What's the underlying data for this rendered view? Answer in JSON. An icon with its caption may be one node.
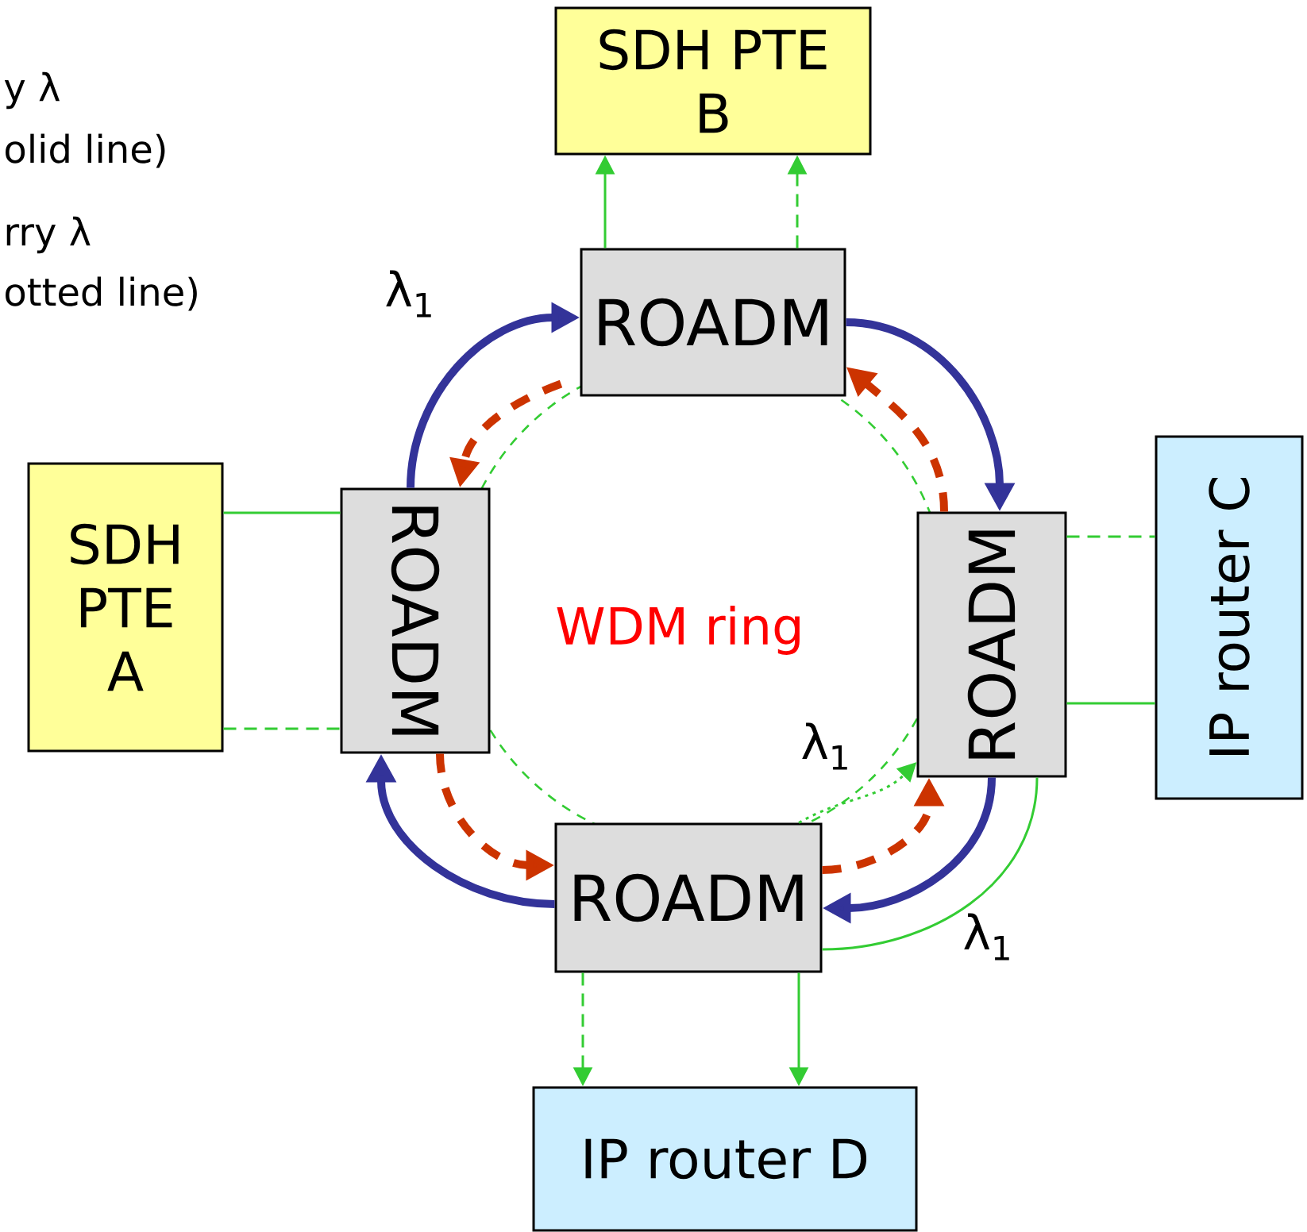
{
  "diagram": {
    "nodes": [
      {
        "text": [
          "SDH PTE B"
        ]
      },
      {
        "text": [
          "ROADM"
        ]
      },
      {
        "text": [
          "SDH PTE A"
        ]
      },
      {
        "text": [
          "ROADM"
        ]
      },
      {
        "text": [
          "ROADM"
        ]
      },
      {
        "text": [
          "IP router C"
        ]
      },
      {
        "text": [
          "ROADM"
        ]
      },
      {
        "text": [
          "IP router D"
        ]
      }
    ],
    "edges": [
      {
        "from": 1,
        "to": 0,
        "arrow": "to",
        "color": "#33cc33"
      },
      {
        "from": 1,
        "to": 0,
        "arrow": "to",
        "style": "dashed",
        "color": "#33cc33"
      },
      {
        "from": 2,
        "to": 3,
        "arrow": "none",
        "color": "#33cc33"
      },
      {
        "from": 2,
        "to": 3,
        "arrow": "none",
        "style": "dashed",
        "color": "#33cc33"
      },
      {
        "from": 4,
        "to": 5,
        "arrow": "none",
        "style": "dashed",
        "color": "#33cc33"
      },
      {
        "from": 5,
        "to": 4,
        "arrow": "none",
        "color": "#33cc33"
      },
      {
        "from": 6,
        "to": 7,
        "arrow": "to",
        "style": "dashed",
        "color": "#33cc33"
      },
      {
        "from": 1,
        "to": 4,
        "arrow": "to",
        "style": "thick",
        "color": "#333399"
      },
      {
        "from": 4,
        "to": 6,
        "arrow": "to",
        "style": "thick",
        "color": "#333399"
      },
      {
        "from": 6,
        "to": 3,
        "arrow": "to",
        "style": "thick",
        "color": "#333399"
      },
      {
        "from": 3,
        "to": 1,
        "arrow": "to",
        "style": "thick",
        "color": "#333399",
        "label": "λ$_{1}$"
      },
      {
        "from": 1,
        "to": 3,
        "arrow": "to",
        "style": "dashed",
        "color": "#cc3300"
      },
      {
        "from": 3,
        "to": 6,
        "arrow": "to",
        "style": "dashed",
        "color": "#cc3300"
      },
      {
        "from": 6,
        "to": 4,
        "arrow": "to",
        "style": "dashed",
        "color": "#cc3300"
      },
      {
        "from": 4,
        "to": 1,
        "arrow": "to",
        "style": "dashed",
        "color": "#cc3300"
      },
      {
        "from": 6,
        "to": 4,
        "arrow": "to",
        "style": "dashed",
        "color": "#33cc33",
        "label": "λ$_{1}$"
      },
      {
        "from": 4,
        "to": 6,
        "arrow": "none",
        "color": "#33cc33",
        "label": "λ$_{1}$"
      },
      {
        "from": 6,
        "to": 7,
        "arrow": "to",
        "color": "#33cc33"
      }
    ],
    "labels": [
      "y λ",
      "olid line)",
      "rry λ",
      "otted line)",
      "WDM ring"
    ]
  }
}
